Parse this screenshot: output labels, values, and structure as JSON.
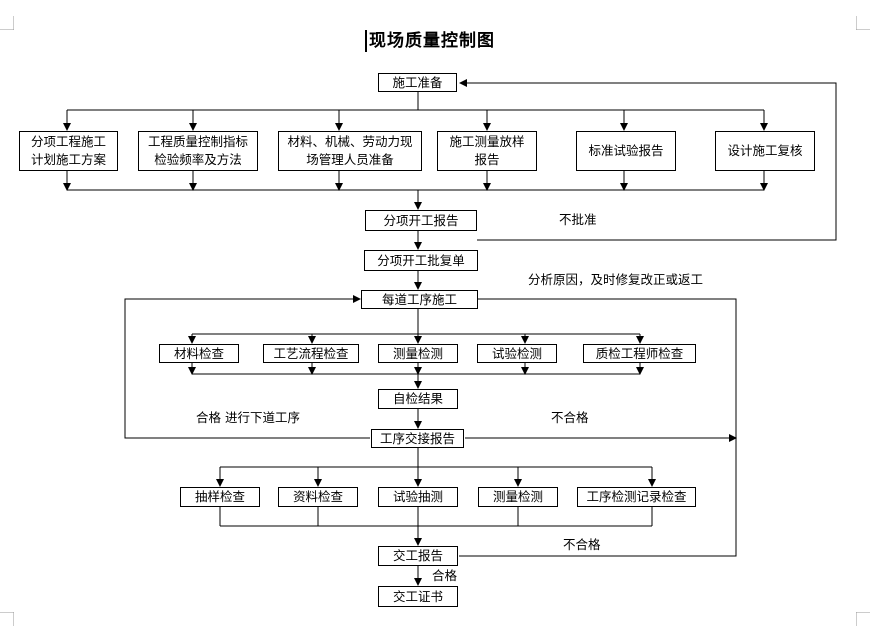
{
  "title": "现场质量控制图",
  "nodes": {
    "prep": "施工准备",
    "plan": "分项工程施工\n计划施工方案",
    "indicators": "工程质量控制指标\n检验频率及方法",
    "resources": "材料、机械、劳动力现\n场管理人员准备",
    "survey": "施工测量放样\n报告",
    "std_test": "标准试验报告",
    "design_review": "设计施工复核",
    "start_report": "分项开工报告",
    "start_approval": "分项开工批复单",
    "process": "每道工序施工",
    "mat_check": "材料检查",
    "flow_check": "工艺流程检查",
    "measure_check": "测量检测",
    "test_check": "试验检测",
    "qe_check": "质检工程师检查",
    "self_result": "自检结果",
    "handover": "工序交接报告",
    "sampling": "抽样检查",
    "doc_check": "资料检查",
    "test_sampling": "试验抽测",
    "measure_check2": "测量检测",
    "record_check": "工序检测记录检查",
    "handover_report": "交工报告",
    "certificate": "交工证书"
  },
  "labels": {
    "not_approved": "不批准",
    "analyze": "分析原因，及时修复改正或返工",
    "pass_next": "合格  进行下道工序",
    "fail1": "不合格",
    "fail2": "不合格",
    "pass": "合格"
  }
}
